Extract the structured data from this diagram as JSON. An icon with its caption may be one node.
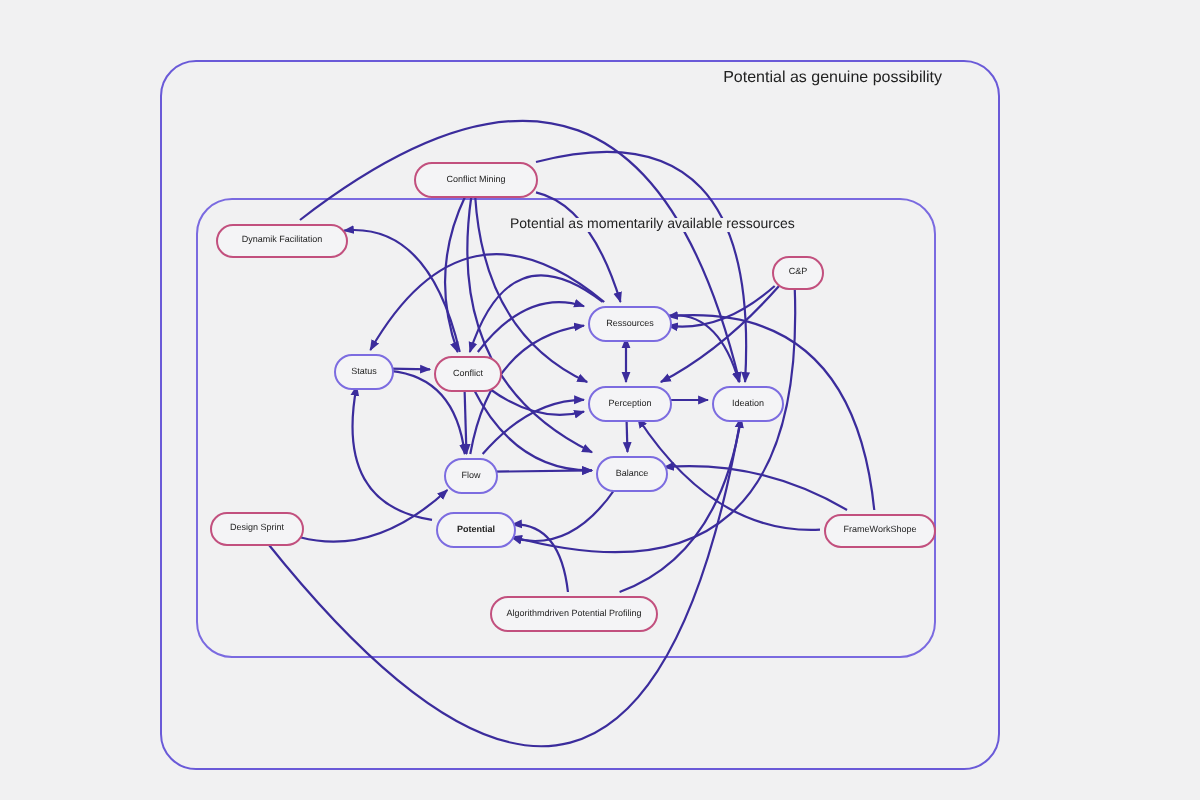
{
  "diagram": {
    "nodes": [
      {
        "text": [
          "Potential as genuine possibility"
        ]
      },
      {
        "text": [
          "Potential as momentarily available ressources"
        ],
        "in": 0
      },
      {
        "text": [
          "Conflict Mining"
        ],
        "in": 0
      },
      {
        "text": [
          "Dynamik Facilitation"
        ],
        "in": 1
      },
      {
        "text": [
          "C&P"
        ],
        "in": 1
      },
      {
        "text": [
          "Ressources"
        ],
        "in": 1
      },
      {
        "text": [
          "Status"
        ],
        "in": 1
      },
      {
        "text": [
          "Conflict"
        ],
        "in": 1
      },
      {
        "text": [
          "Perception"
        ],
        "in": 1
      },
      {
        "text": [
          "Ideation"
        ],
        "in": 1
      },
      {
        "text": [
          "Flow"
        ],
        "in": 1
      },
      {
        "text": [
          "Balance"
        ],
        "in": 1
      },
      {
        "text": [
          "Design Sprint"
        ],
        "in": 1
      },
      {
        "text": [
          "Potential"
        ],
        "in": 1
      },
      {
        "text": [
          "FrameWorkShope"
        ],
        "in": 1
      },
      {
        "text": [
          "Algorithmdriven Potential Profiling"
        ],
        "in": 1
      }
    ],
    "edges": [
      {
        "from": 2,
        "to": 7,
        "arrow": "to"
      },
      {
        "from": 2,
        "to": 5,
        "arrow": "to"
      },
      {
        "from": 2,
        "to": 8,
        "arrow": "to"
      },
      {
        "from": 2,
        "to": 11,
        "arrow": "to"
      },
      {
        "from": 2,
        "to": 9,
        "arrow": "to"
      },
      {
        "from": 7,
        "to": 3,
        "arrow": "to"
      },
      {
        "from": 7,
        "to": 10,
        "arrow": "to"
      },
      {
        "from": 7,
        "to": 5,
        "arrow": "to"
      },
      {
        "from": 7,
        "to": 8,
        "arrow": "to"
      },
      {
        "from": 7,
        "to": 11,
        "arrow": "to"
      },
      {
        "from": 6,
        "to": 7,
        "arrow": "to"
      },
      {
        "from": 6,
        "to": 10,
        "arrow": "to"
      },
      {
        "from": 5,
        "to": 6,
        "arrow": "to"
      },
      {
        "from": 5,
        "to": 7,
        "arrow": "to"
      },
      {
        "from": 5,
        "to": 8,
        "arrow": "both"
      },
      {
        "from": 8,
        "to": 11,
        "arrow": "to"
      },
      {
        "from": 8,
        "to": 9,
        "arrow": "to"
      },
      {
        "from": 5,
        "to": 9,
        "arrow": "to"
      },
      {
        "from": 10,
        "to": 5,
        "arrow": "to"
      },
      {
        "from": 10,
        "to": 8,
        "arrow": "to"
      },
      {
        "from": 10,
        "to": 11,
        "arrow": "to"
      },
      {
        "from": 4,
        "to": 5,
        "arrow": "to"
      },
      {
        "from": 4,
        "to": 8,
        "arrow": "to"
      },
      {
        "from": 4,
        "to": 13,
        "arrow": "to"
      },
      {
        "from": 3,
        "to": 9,
        "arrow": "to"
      },
      {
        "from": 12,
        "to": 10,
        "arrow": "to"
      },
      {
        "from": 12,
        "to": 9,
        "arrow": "to"
      },
      {
        "from": 13,
        "to": 6,
        "arrow": "to"
      },
      {
        "from": 11,
        "to": 13,
        "arrow": "to"
      },
      {
        "from": 14,
        "to": 11,
        "arrow": "to"
      },
      {
        "from": 14,
        "to": 8,
        "arrow": "to"
      },
      {
        "from": 14,
        "to": 5,
        "arrow": "to"
      },
      {
        "from": 15,
        "to": 13,
        "arrow": "to"
      },
      {
        "from": 15,
        "to": 9,
        "arrow": "to"
      }
    ]
  }
}
